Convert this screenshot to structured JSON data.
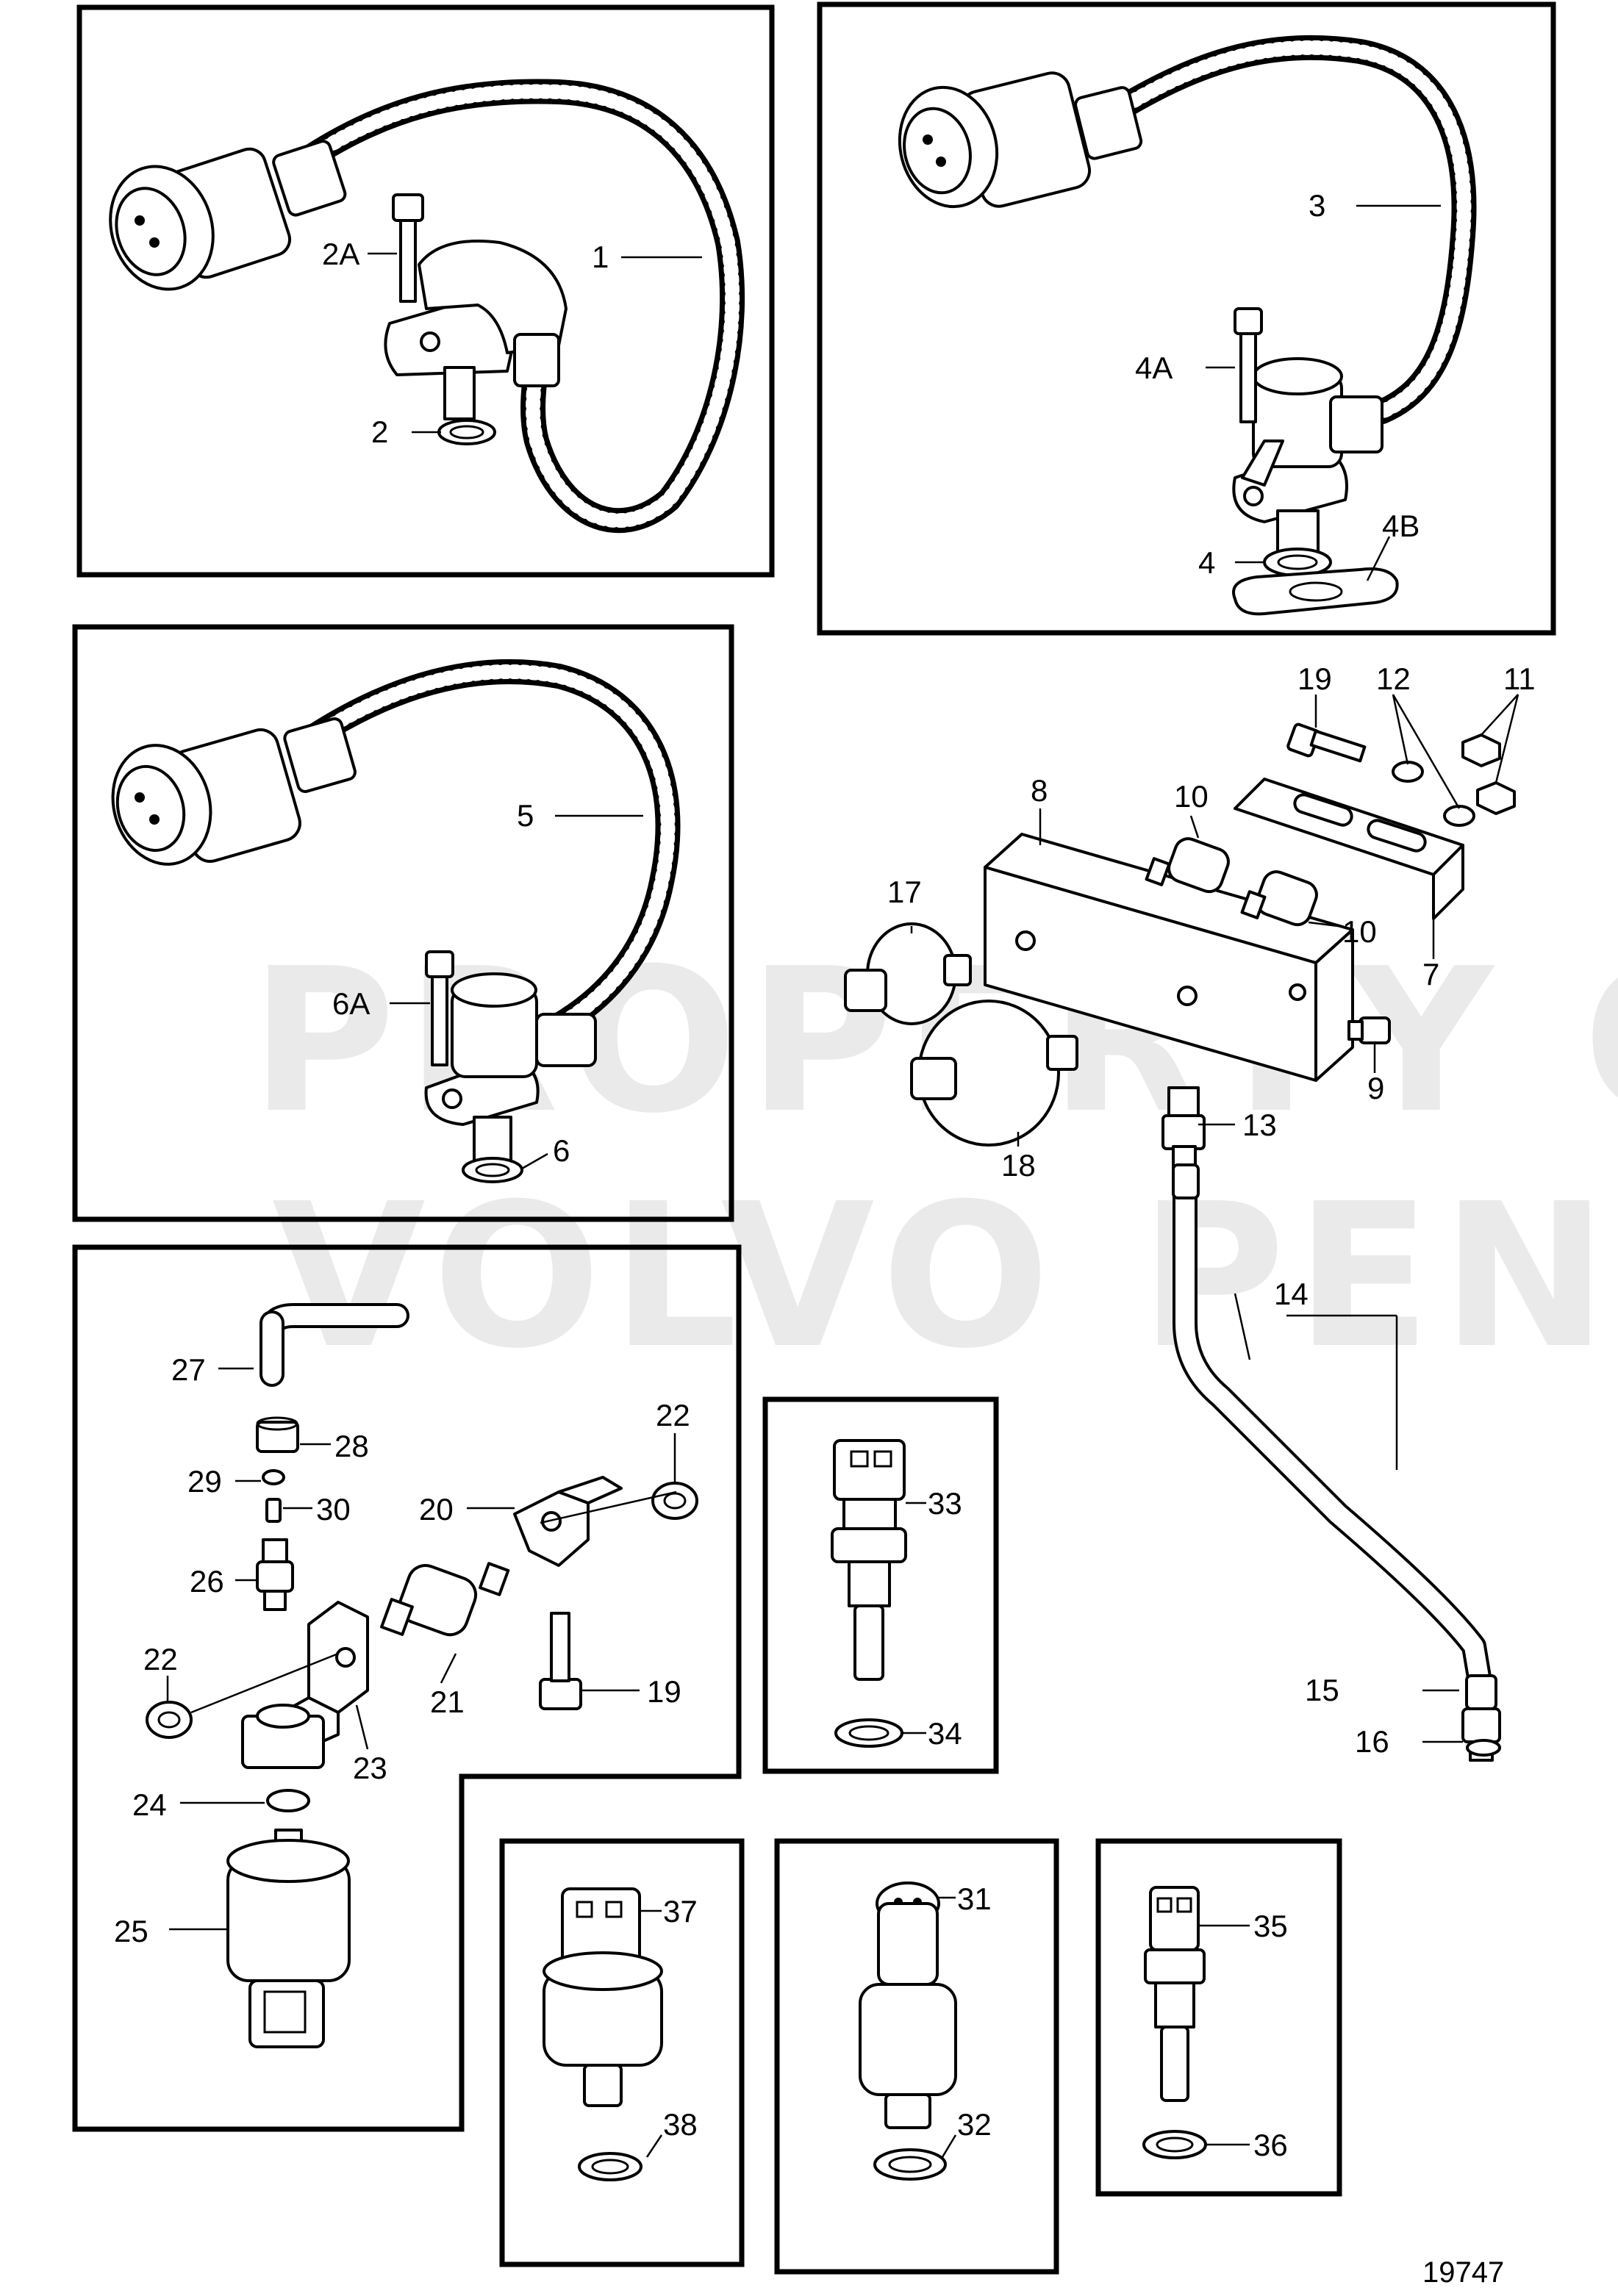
{
  "watermark": {
    "line1": "PROPERTY OF",
    "line2": "VOLVO PENTA"
  },
  "drawing_number": "19747",
  "callouts": {
    "c1": "1",
    "c2": "2",
    "c2A": "2A",
    "c3": "3",
    "c4": "4",
    "c4A": "4A",
    "c4B": "4B",
    "c5": "5",
    "c6": "6",
    "c6A": "6A",
    "c7": "7",
    "c8": "8",
    "c9": "9",
    "c10a": "10",
    "c10b": "10",
    "c11": "11",
    "c12": "12",
    "c13": "13",
    "c14": "14",
    "c15": "15",
    "c16": "16",
    "c17": "17",
    "c18": "18",
    "c19a": "19",
    "c19b": "19",
    "c20": "20",
    "c21": "21",
    "c22a": "22",
    "c22b": "22",
    "c23": "23",
    "c24": "24",
    "c25": "25",
    "c26": "26",
    "c27": "27",
    "c28": "28",
    "c29": "29",
    "c30": "30",
    "c31": "31",
    "c32": "32",
    "c33": "33",
    "c34": "34",
    "c35": "35",
    "c36": "36",
    "c37": "37",
    "c38": "38"
  }
}
